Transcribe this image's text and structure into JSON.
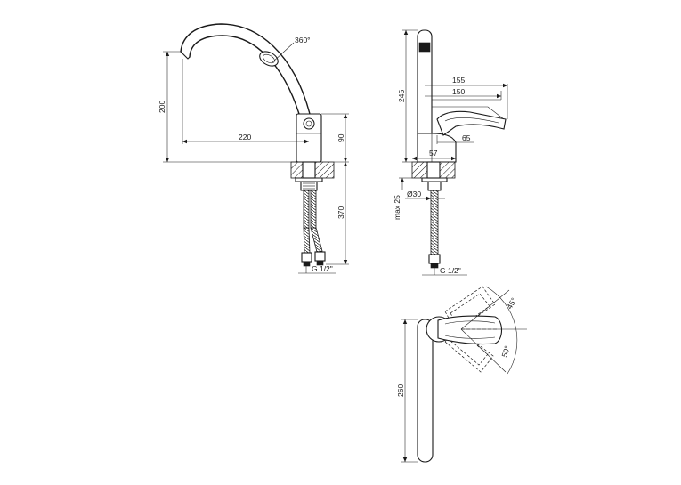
{
  "front_view": {
    "rotation": "360°",
    "height_spout": "200",
    "reach": "220",
    "body_height": "90",
    "hose_length": "370",
    "thread": "G 1/2\""
  },
  "side_view": {
    "total_height": "245",
    "handle_length": "155",
    "spout_length": "150",
    "handle_offset": "65",
    "base_depth": "57",
    "hole_diameter": "Ø30",
    "max_thickness": "max 25",
    "thread": "G 1/2\""
  },
  "top_view": {
    "angle_a": "45°",
    "angle_b": "50°",
    "length": "260"
  }
}
